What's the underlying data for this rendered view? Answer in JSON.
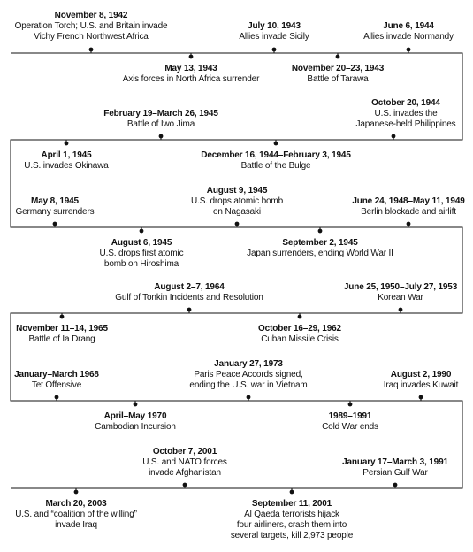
{
  "events": [
    {
      "date": "November 8, 1942",
      "lines": [
        "Operation Torch; U.S. and Britain invade",
        "Vichy French Northwest Africa"
      ]
    },
    {
      "date": "July 10, 1943",
      "lines": [
        "Allies invade Sicily"
      ]
    },
    {
      "date": "June 6, 1944",
      "lines": [
        "Allies invade Normandy"
      ]
    },
    {
      "date": "May 13, 1943",
      "lines": [
        "Axis forces in North Africa surrender"
      ]
    },
    {
      "date": "November 20–23, 1943",
      "lines": [
        "Battle of Tarawa"
      ]
    },
    {
      "date": "February 19–March 26, 1945",
      "lines": [
        "Battle of Iwo Jima"
      ]
    },
    {
      "date": "October 20, 1944",
      "lines": [
        "U.S. invades the",
        "Japanese-held Philippines"
      ]
    },
    {
      "date": "April 1, 1945",
      "lines": [
        "U.S. invades Okinawa"
      ]
    },
    {
      "date": "December 16, 1944–February 3, 1945",
      "lines": [
        "Battle of the Bulge"
      ]
    },
    {
      "date": "May 8, 1945",
      "lines": [
        "Germany surrenders"
      ]
    },
    {
      "date": "August 9, 1945",
      "lines": [
        "U.S. drops atomic bomb",
        "on Nagasaki"
      ]
    },
    {
      "date": "June 24, 1948–May 11, 1949",
      "lines": [
        "Berlin blockade and airlift"
      ]
    },
    {
      "date": "August 6, 1945",
      "lines": [
        "U.S. drops first atomic",
        "bomb on Hiroshima"
      ]
    },
    {
      "date": "September 2, 1945",
      "lines": [
        "Japan surrenders, ending World War II"
      ]
    },
    {
      "date": "August 2–7, 1964",
      "lines": [
        "Gulf of Tonkin Incidents and Resolution"
      ]
    },
    {
      "date": "June 25, 1950–July 27, 1953",
      "lines": [
        "Korean War"
      ]
    },
    {
      "date": "November 11–14, 1965",
      "lines": [
        "Battle of Ia Drang"
      ]
    },
    {
      "date": "October 16–29, 1962",
      "lines": [
        "Cuban Missile Crisis"
      ]
    },
    {
      "date": "January–March 1968",
      "lines": [
        "Tet Offensive"
      ]
    },
    {
      "date": "January 27, 1973",
      "lines": [
        "Paris Peace Accords signed,",
        "ending the U.S. war in Vietnam"
      ]
    },
    {
      "date": "August 2, 1990",
      "lines": [
        "Iraq invades Kuwait"
      ]
    },
    {
      "date": "April–May 1970",
      "lines": [
        "Cambodian Incursion"
      ]
    },
    {
      "date": "1989–1991",
      "lines": [
        "Cold War ends"
      ]
    },
    {
      "date": "October 7, 2001",
      "lines": [
        "U.S. and NATO forces",
        "invade Afghanistan"
      ]
    },
    {
      "date": "January 17–March 3, 1991",
      "lines": [
        "Persian Gulf War"
      ]
    },
    {
      "date": "March 20, 2003",
      "lines": [
        "U.S. and “coalition of the willing”",
        "invade Iraq"
      ]
    },
    {
      "date": "September 11, 2001",
      "lines": [
        "Al Qaeda terrorists hijack",
        "four airliners, crash them into",
        "several targets, kill 2,973 people"
      ]
    }
  ]
}
